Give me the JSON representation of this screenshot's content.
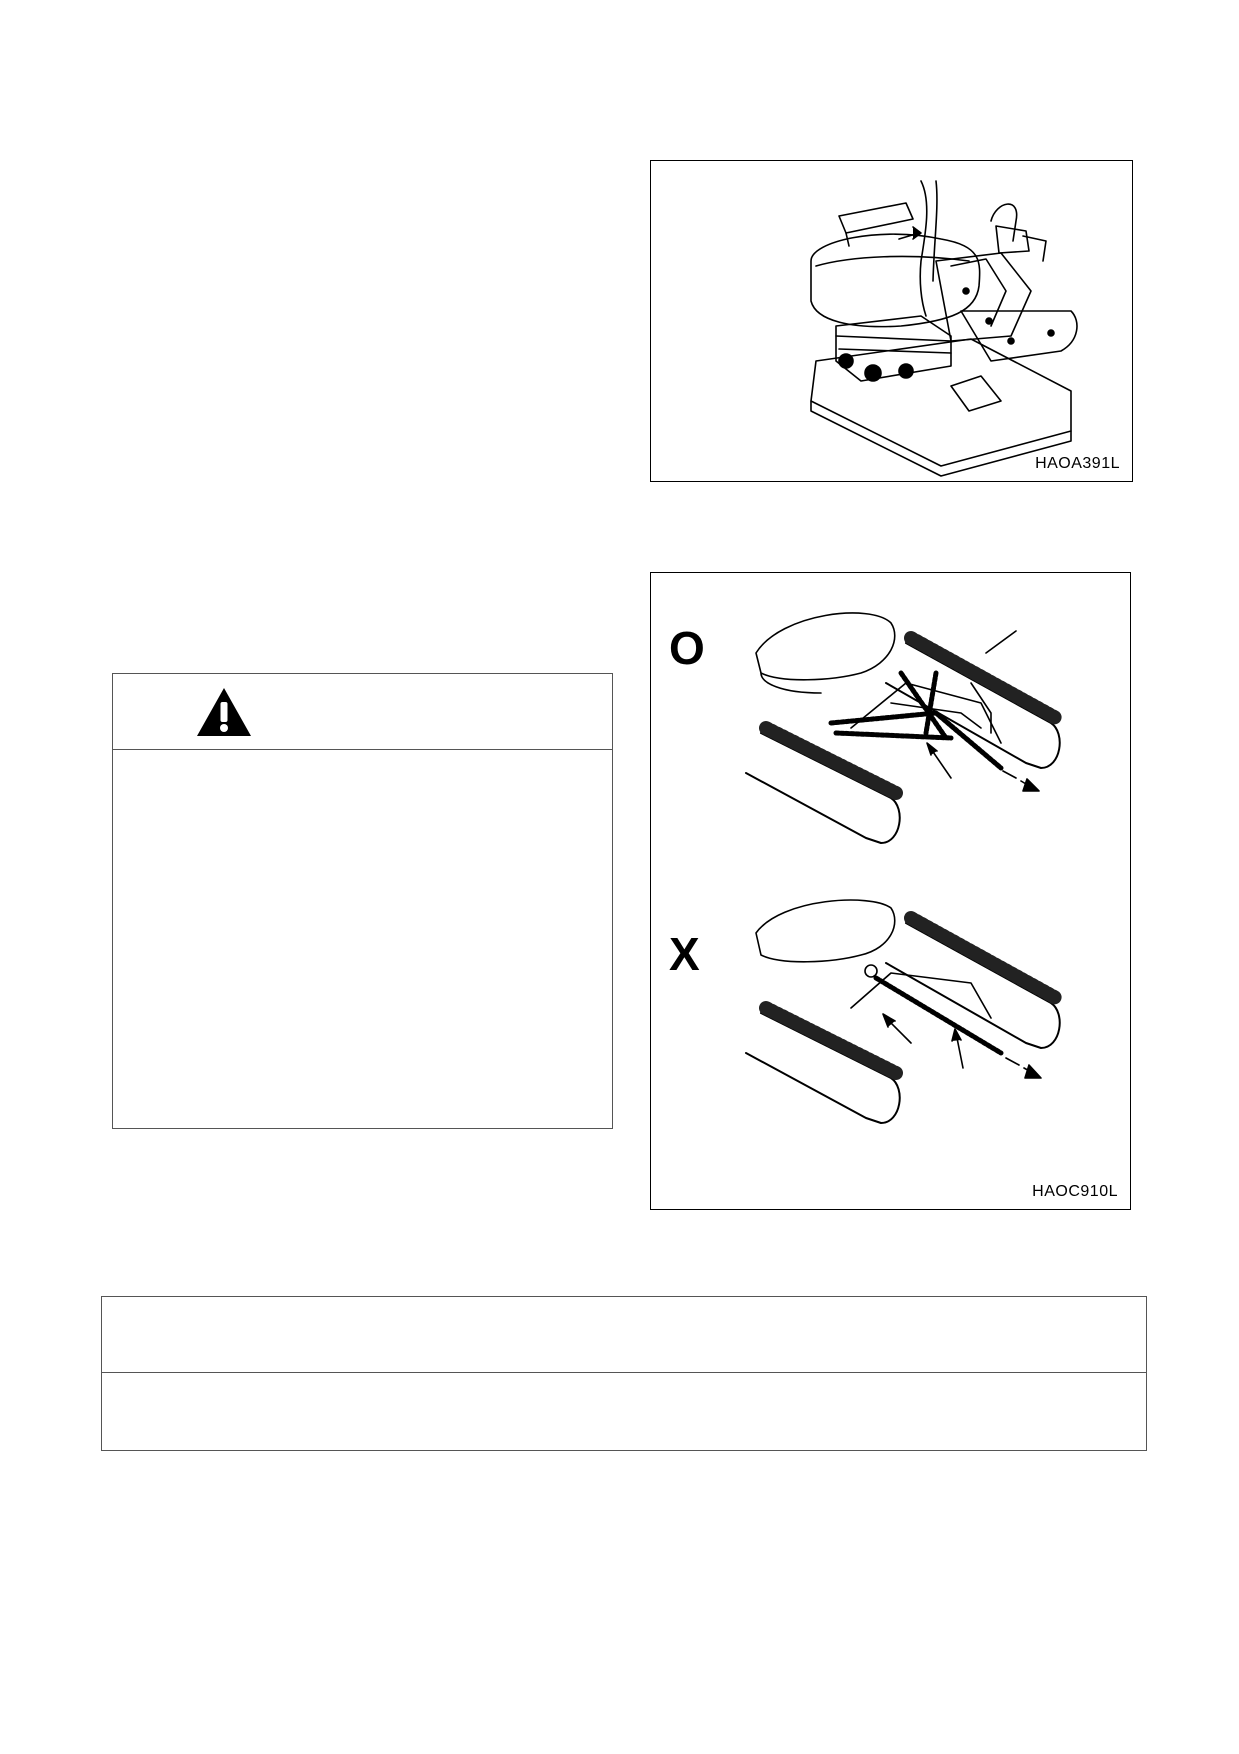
{
  "figures": {
    "seat": {
      "code": "HAOA391L"
    },
    "towing": {
      "code": "HAOC910L",
      "correct_mark": "O",
      "incorrect_mark": "X"
    }
  },
  "icons": {
    "warning": "warning-triangle-icon",
    "arrow": "arrow-icon"
  },
  "colors": {
    "line": "#000000",
    "border": "#555555"
  }
}
